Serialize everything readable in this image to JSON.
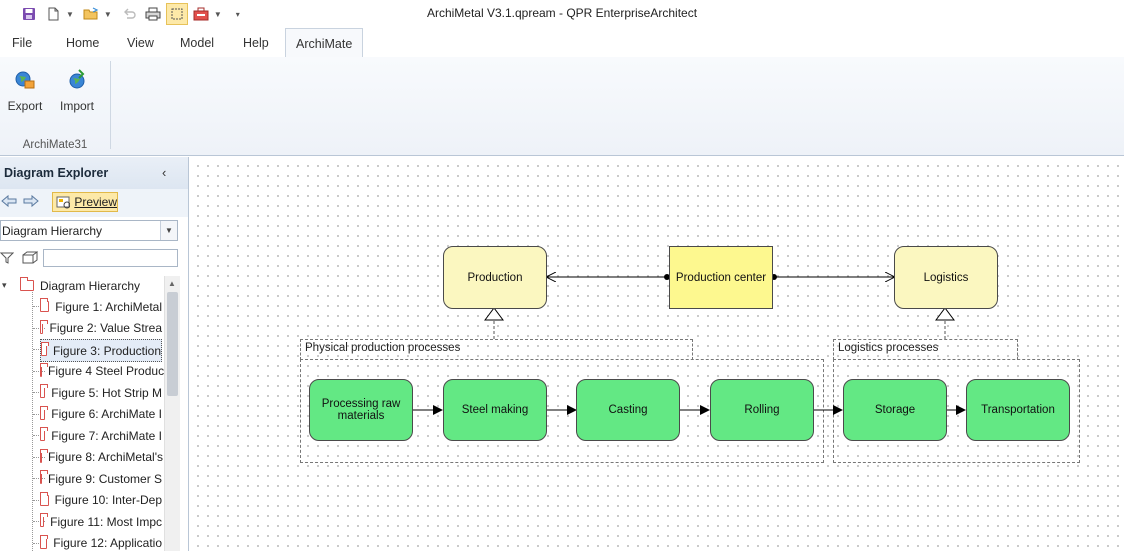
{
  "window": {
    "title": "ArchiMetal V3.1.qpream -  QPR EnterpriseArchitect"
  },
  "ribbon": {
    "tabs": [
      {
        "label": "File"
      },
      {
        "label": "Home"
      },
      {
        "label": "View"
      },
      {
        "label": "Model"
      },
      {
        "label": "Help"
      },
      {
        "label": "ArchiMate",
        "active": true
      }
    ],
    "buttons": [
      {
        "label": "Export",
        "icon": "export-globe-icon"
      },
      {
        "label": "Import",
        "icon": "import-globe-icon"
      }
    ],
    "group_label": "ArchiMate31"
  },
  "explorer": {
    "title": "Diagram Explorer",
    "preview_label": "Preview",
    "view_select": "Diagram Hierarchy",
    "filter_value": "",
    "tree_root": "Diagram Hierarchy",
    "items": [
      {
        "label": "Figure 1: ArchiMetal"
      },
      {
        "label": "Figure 2: Value Strea"
      },
      {
        "label": "Figure 3: Production",
        "selected": true
      },
      {
        "label": "Figure 4 Steel Produc"
      },
      {
        "label": "Figure 5: Hot Strip M"
      },
      {
        "label": "Figure 6: ArchiMate I"
      },
      {
        "label": "Figure 7: ArchiMate I"
      },
      {
        "label": "Figure 8: ArchiMetal's"
      },
      {
        "label": "Figure 9: Customer S"
      },
      {
        "label": "Figure 10: Inter-Dep"
      },
      {
        "label": "Figure 11: Most Impc"
      },
      {
        "label": "Figure 12: Applicatio"
      }
    ]
  },
  "diagram": {
    "nodes": {
      "production": "Production",
      "production_center": "Production center",
      "logistics": "Logistics",
      "processing_raw": "Processing raw materials",
      "steel_making": "Steel making",
      "casting": "Casting",
      "rolling": "Rolling",
      "storage": "Storage",
      "transportation": "Transportation"
    },
    "groups": {
      "physical": "Physical production processes",
      "logistics": "Logistics processes"
    },
    "colors": {
      "business_function": "#fbf7c0",
      "actor_or_location": "#fdf88f",
      "process": "#63e884"
    }
  }
}
